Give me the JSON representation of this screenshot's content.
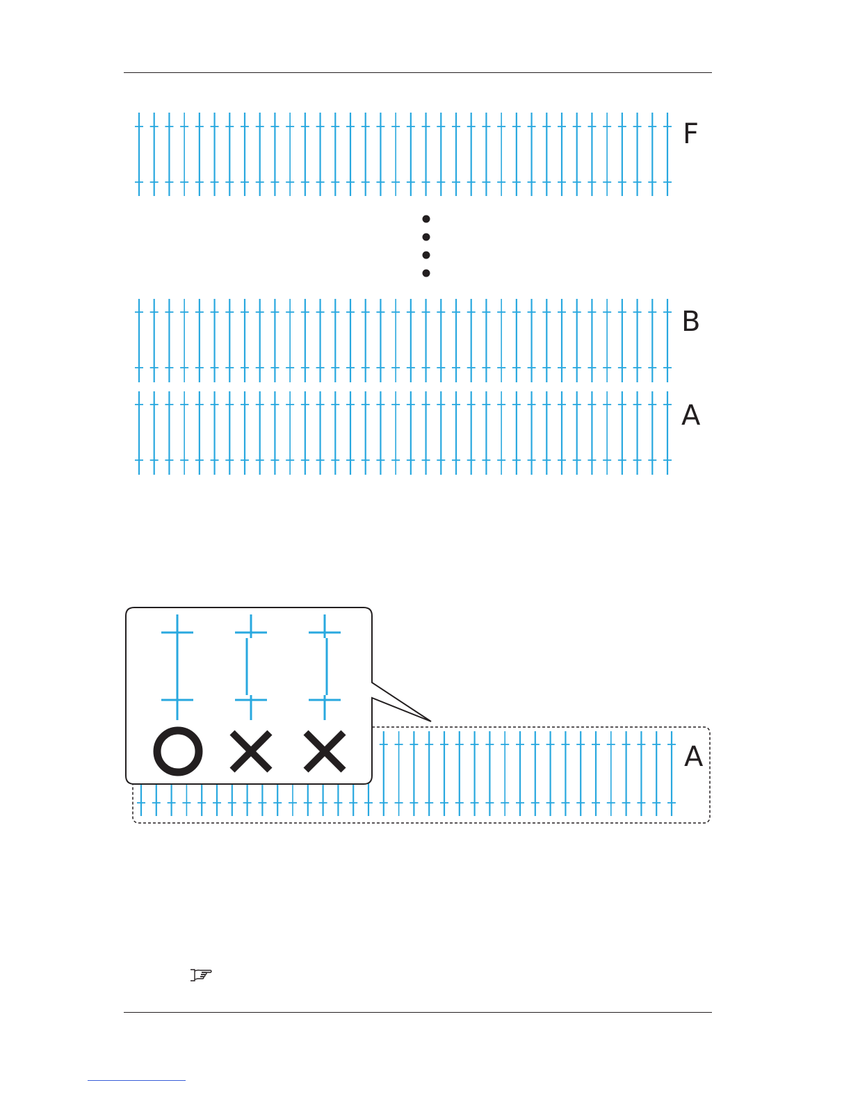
{
  "pattern": {
    "row_labels": {
      "top": "F",
      "middle": "B",
      "bottom": "A"
    },
    "line_color": "#29a8df",
    "line_count": 36
  },
  "callout": {
    "row_label": "A",
    "marks": [
      "ok-circle",
      "ng-cross",
      "ng-cross"
    ]
  },
  "icons": {
    "reference": "pointing-hand-icon"
  }
}
